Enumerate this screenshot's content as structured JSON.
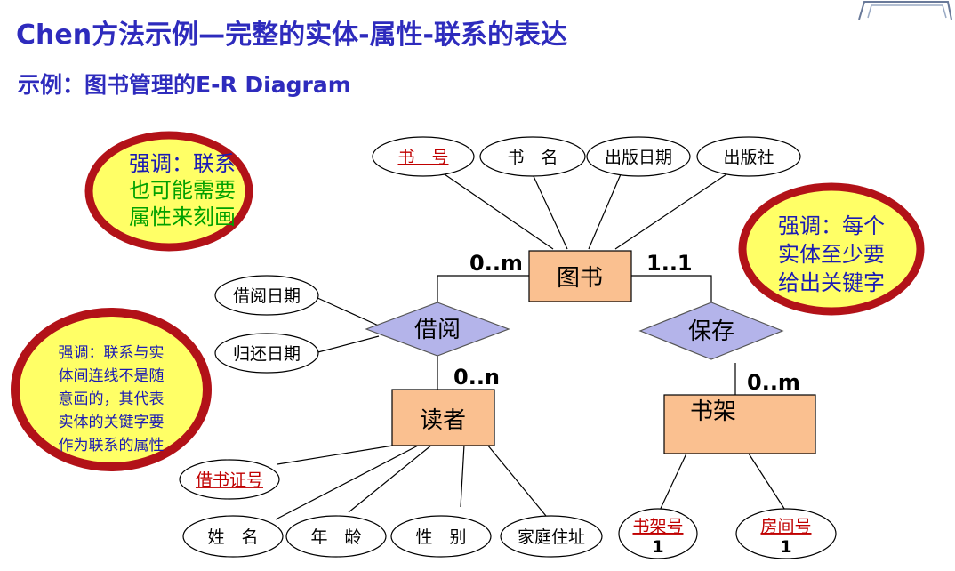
{
  "header": {
    "title": "Chen方法示例—完整的实体-属性-联系的表达",
    "subtitle": "示例：图书管理的E-R Diagram"
  },
  "colors": {
    "title": "#2e2bbd",
    "entity_fill": "#fac090",
    "relation_fill": "#b4b4ea",
    "note_fill": "#ffff66",
    "note_ring": "#b21218",
    "note_text": "#00a000",
    "note_text_blue": "#1b1bb4",
    "key_text": "#c00000"
  },
  "entities": {
    "book": "图书",
    "reader": "读者",
    "shelf": "书架"
  },
  "relations": {
    "borrow": "借阅",
    "store": "保存"
  },
  "cardinalities": {
    "book_borrow": "0..m",
    "book_store": "1..1",
    "reader_borrow": "0..n",
    "shelf_store": "0..m"
  },
  "attributes": {
    "book": {
      "id": "书　号",
      "name": "书　名",
      "pub_date": "出版日期",
      "publisher": "出版社"
    },
    "borrow": {
      "borrow_date": "借阅日期",
      "return_date": "归还日期"
    },
    "reader": {
      "card_no": "借书证号",
      "name": "姓　名",
      "age": "年　龄",
      "gender": "性　别",
      "address": "家庭住址"
    },
    "shelf": {
      "shelf_no": "书架号",
      "room_no": "房间号",
      "shelf_no_card": "1",
      "room_no_card": "1"
    }
  },
  "notes": {
    "top_left": [
      "强调：联系",
      "也可能需要",
      "属性来刻画"
    ],
    "top_right": [
      "强调：每个",
      "实体至少要",
      "给出关键字"
    ],
    "left": [
      "强调：联系与实",
      "体间连线不是随",
      "意画的，其代表",
      "实体的关键字要",
      "作为联系的属性"
    ]
  }
}
